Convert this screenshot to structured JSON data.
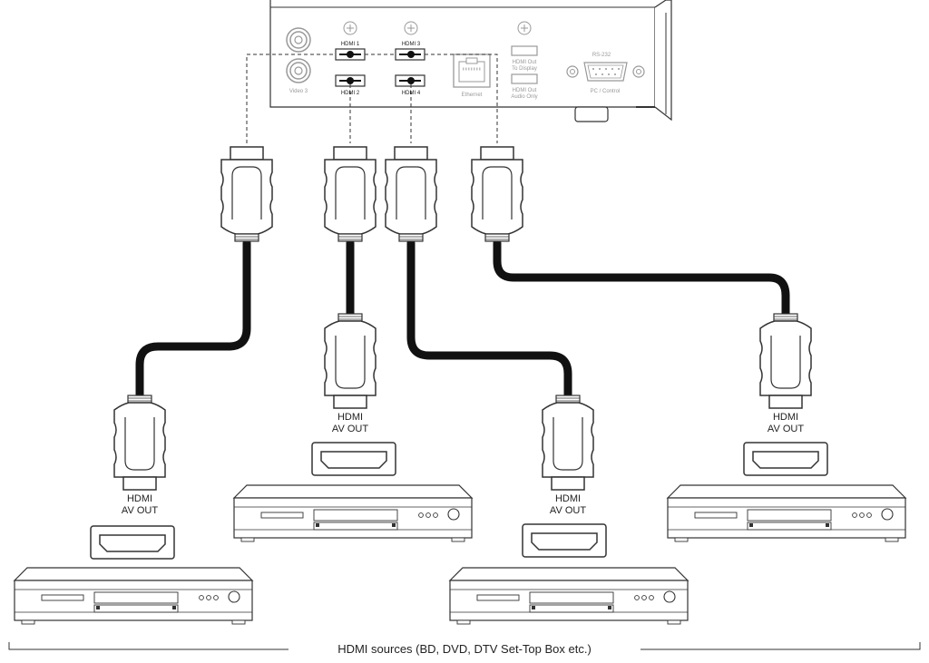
{
  "rear_panel": {
    "ports": {
      "video3": "Video 3",
      "hdmi1": "HDMI 1",
      "hdmi2": "HDMI 2",
      "hdmi3": "HDMI 3",
      "hdmi4": "HDMI 4",
      "ethernet": "Ethernet",
      "hdmi_out_display_1": "HDMI Out",
      "hdmi_out_display_2": "To Display",
      "hdmi_out_audio_1": "HDMI Out",
      "hdmi_out_audio_2": "Audio Only",
      "rs232": "RS-232",
      "pc_control": "PC / Control"
    }
  },
  "sources": [
    {
      "line1": "HDMI",
      "line2": "AV OUT"
    },
    {
      "line1": "HDMI",
      "line2": "AV OUT"
    },
    {
      "line1": "HDMI",
      "line2": "AV OUT"
    },
    {
      "line1": "HDMI",
      "line2": "AV OUT"
    }
  ],
  "footer": {
    "caption": "HDMI sources (BD, DVD, DTV Set-Top Box etc.)"
  },
  "colors": {
    "cable": "#111111",
    "outline": "#333333",
    "panel": "#ffffff",
    "muted": "#999999"
  }
}
